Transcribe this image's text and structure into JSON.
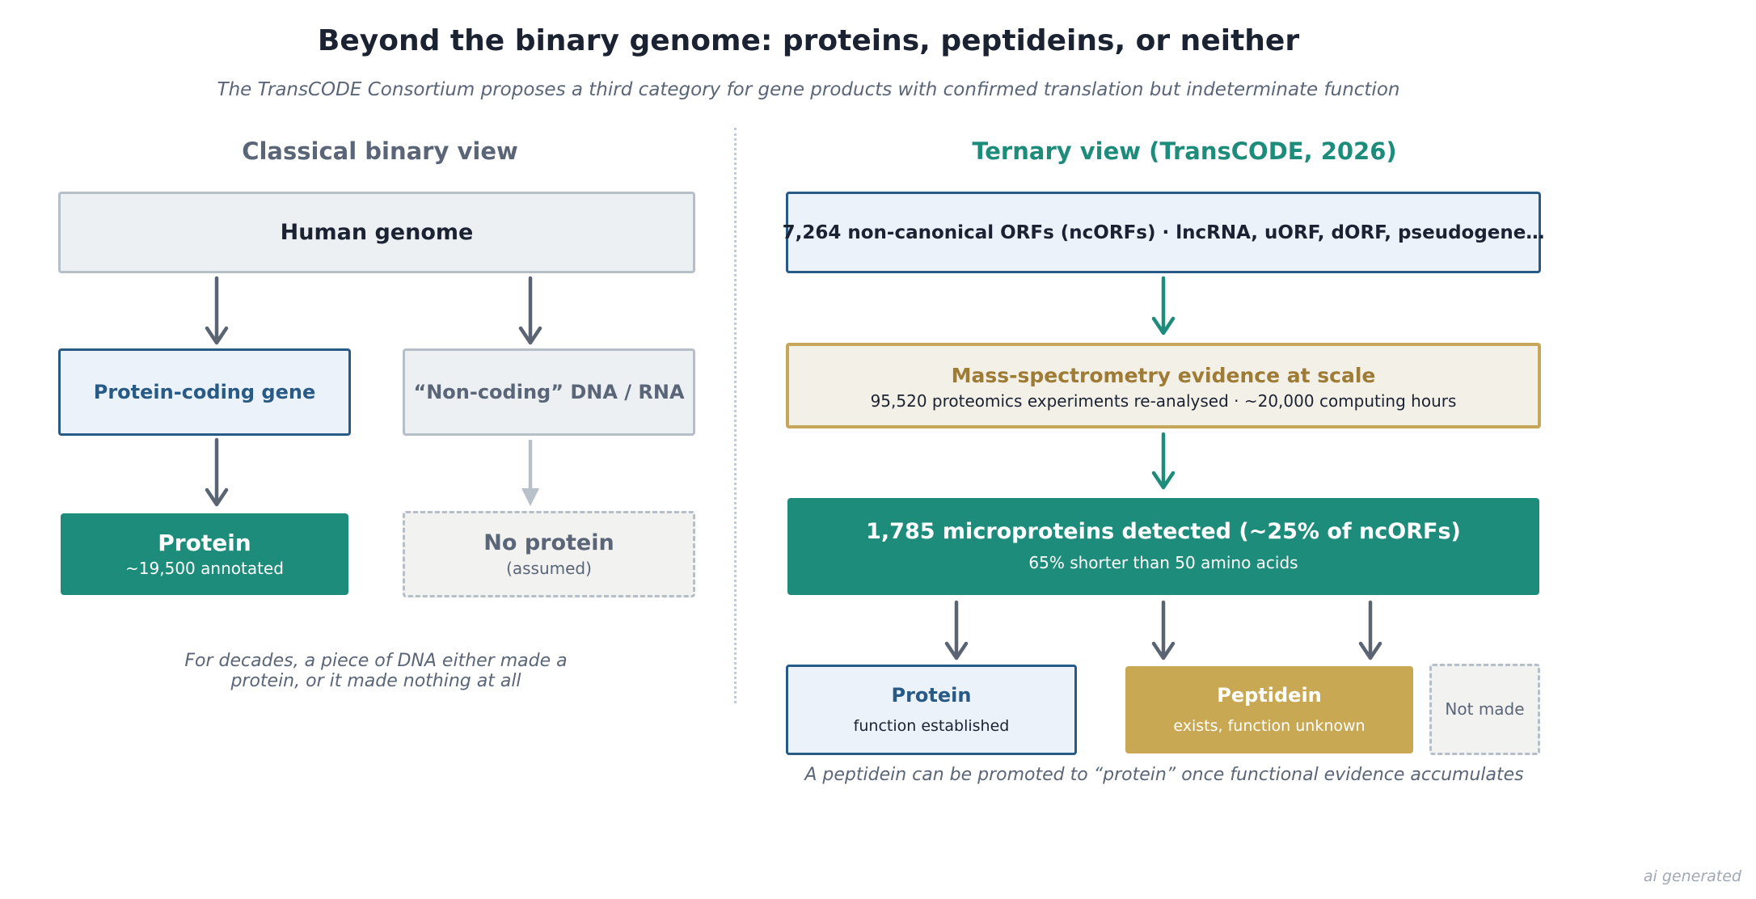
{
  "header": {
    "title": "Beyond the binary genome: proteins, peptideins, or neither",
    "subtitle": "The TransCODE Consortium proposes a third category for gene products with confirmed translation but indeterminate function"
  },
  "left": {
    "heading": "Classical binary view",
    "genome": "Human genome",
    "coding": "Protein-coding gene",
    "noncoding": "“Non-coding” DNA / RNA",
    "protein_title": "Protein",
    "protein_sub": "~19,500 annotated",
    "noprotein_title": "No protein",
    "noprotein_sub": "(assumed)",
    "note": "For decades, a piece of DNA either made a protein, or it made nothing at all"
  },
  "right": {
    "heading": "Ternary view (TransCODE, 2026)",
    "orfs": "7,264 non-canonical ORFs (ncORFs)  ·  lncRNA, uORF, dORF, pseudogene…",
    "ms_title": "Mass-spectrometry evidence at scale",
    "ms_sub": "95,520 proteomics experiments re-analysed  ·  ~20,000 computing hours",
    "micro_title": "1,785 microproteins detected  (~25% of ncORFs)",
    "micro_sub": "65% shorter than 50 amino acids",
    "protein_title": "Protein",
    "protein_sub": "function established",
    "peptidein_title": "Peptidein",
    "peptidein_sub": "exists, function unknown",
    "notmade": "Not made",
    "note": "A peptidein can be promoted to “protein” once functional evidence accumulates"
  },
  "footer": {
    "watermark": "ai generated"
  },
  "colors": {
    "navy": "#285a86",
    "teal": "#1e8c7b",
    "gold": "#c8a853",
    "tan_text": "#9e7c35",
    "slate": "#5a6678",
    "gray_border": "#b6bec8"
  }
}
